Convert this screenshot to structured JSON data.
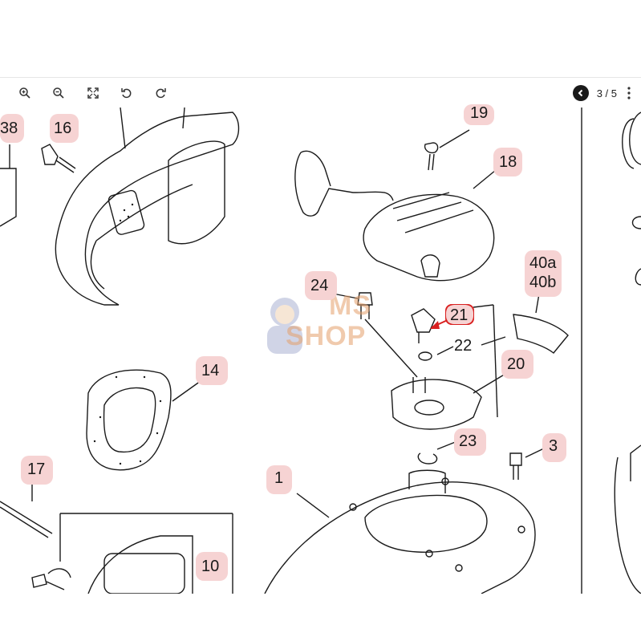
{
  "viewer": {
    "tools": [
      {
        "name": "zoom-in",
        "icon": "zoom-in-icon"
      },
      {
        "name": "zoom-out",
        "icon": "zoom-out-icon"
      },
      {
        "name": "fit",
        "icon": "fullscreen-icon"
      },
      {
        "name": "rotate-left",
        "icon": "rotate-left-icon"
      },
      {
        "name": "rotate-right",
        "icon": "rotate-right-icon"
      }
    ],
    "page_indicator": "3 / 5"
  },
  "diagram": {
    "watermark": {
      "line1": "MS",
      "line2": "SHOP"
    },
    "highlight_color": "#d92020",
    "bubble_color": "#f6d3d3",
    "parts": [
      {
        "id": "38"
      },
      {
        "id": "16"
      },
      {
        "id": "19"
      },
      {
        "id": "18"
      },
      {
        "id": "40a"
      },
      {
        "id": "40b"
      },
      {
        "id": "24"
      },
      {
        "id": "21"
      },
      {
        "id": "22"
      },
      {
        "id": "20"
      },
      {
        "id": "14"
      },
      {
        "id": "3"
      },
      {
        "id": "23"
      },
      {
        "id": "17"
      },
      {
        "id": "1"
      },
      {
        "id": "10"
      }
    ]
  }
}
